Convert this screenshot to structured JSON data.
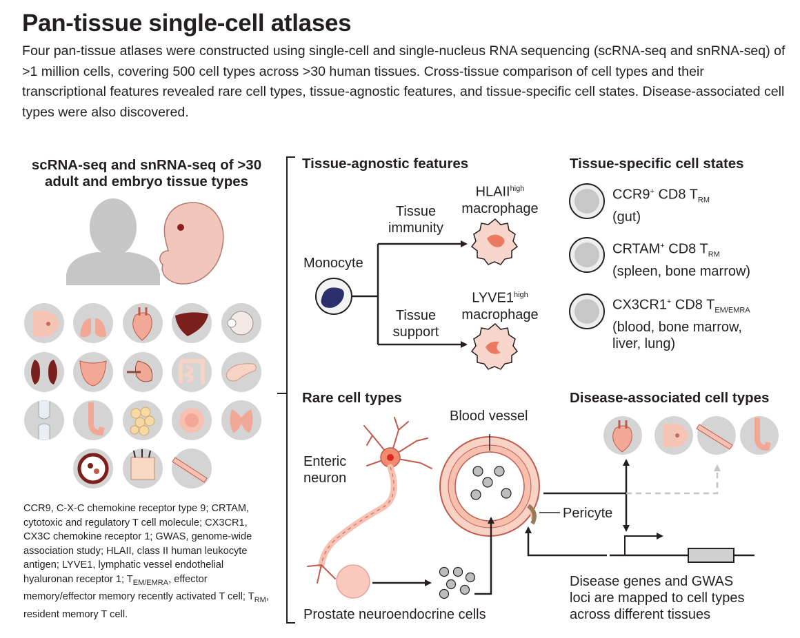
{
  "title": "Pan-tissue single-cell atlases",
  "summary": "Four pan-tissue atlases were constructed using single-cell and single-nucleus RNA sequencing (scRNA-seq and snRNA-seq) of >1 million cells, covering 500 cell types across >30 human tissues. Cross-tissue comparison of cell types and their transcriptional features revealed rare cell types, tissue-agnostic features, and tissue-specific cell states. Disease-associated cell types were also discovered.",
  "left": {
    "heading_line1": "scRNA-seq and snRNA-seq of >30",
    "heading_line2": "adult and embryo tissue types",
    "footnote": {
      "p1": "CCR9, C-X-C chemokine receptor type 9; CRTAM, cytotoxic and regulatory T cell molecule; CX3CR1, CX3C chemokine receptor 1; GWAS, genome-wide association study; HLAII, class II human leukocyte antigen;  LYVE1, lymphatic vessel endothelial hyaluronan receptor 1; T",
      "sub1": "EM/EMRA",
      "p2": ", effector memory/effector memory recently activated T cell; T",
      "sub2": "RM",
      "p3": ", resident memory T cell."
    }
  },
  "agnostic": {
    "heading": "Tissue-agnostic features",
    "monocyte": "Monocyte",
    "branch1_line1": "Tissue",
    "branch1_line2": "immunity",
    "branch2_line1": "Tissue",
    "branch2_line2": "support",
    "mac1_name": "HLAII",
    "mac1_sup": "high",
    "mac1_word": "macrophage",
    "mac2_name": "LYVE1",
    "mac2_sup": "high",
    "mac2_word": "macrophage"
  },
  "specific": {
    "heading": "Tissue-specific cell states",
    "states": [
      {
        "name": "CCR9",
        "sup": "+",
        "cd8": " CD8 T",
        "sub": "RM",
        "loc1": "(gut)",
        "loc2": "",
        "loc3": ""
      },
      {
        "name": "CRTAM",
        "sup": "+",
        "cd8": " CD8 T",
        "sub": "RM",
        "loc1": "(spleen, bone marrow)",
        "loc2": "",
        "loc3": ""
      },
      {
        "name": "CX3CR1",
        "sup": "+",
        "cd8": " CD8 T",
        "sub": "EM/EMRA",
        "loc1": "(blood, bone marrow,",
        "loc2": "liver, lung)",
        "loc3": ""
      }
    ]
  },
  "rare": {
    "heading": "Rare cell types",
    "blood_vessel": "Blood vessel",
    "enteric_line1": "Enteric",
    "enteric_line2": "neuron",
    "pericyte": "Pericyte",
    "prostate": "Prostate neuroendocrine cells"
  },
  "disease": {
    "heading": "Disease-associated cell types",
    "genes_line1": "Disease genes and GWAS",
    "genes_line2": "loci are mapped to cell types",
    "genes_line3": "across different tissues"
  },
  "icons": [
    "person-silhouette-icon",
    "embryo-icon",
    "breast-icon",
    "lung-icon",
    "heart-icon",
    "liver-icon",
    "eye-icon",
    "kidney-icon",
    "bladder-icon",
    "spleen-icon",
    "intestine-icon",
    "pancreas-icon",
    "knee-joint-icon",
    "esophagus-icon",
    "fat-tissue-icon",
    "cell-icon",
    "thyroid-icon",
    "bone-marrow-icon",
    "skin-icon",
    "muscle-icon"
  ],
  "colors": {
    "text": "#231f20",
    "organ_bg": "#d4d4d4",
    "tissue_pink": "#f4b6a4",
    "tissue_red": "#e8634a",
    "liver": "#7a1f1c",
    "monocyte_nucleus": "#2b2f6b",
    "cell_grey": "#c7c7c7"
  }
}
